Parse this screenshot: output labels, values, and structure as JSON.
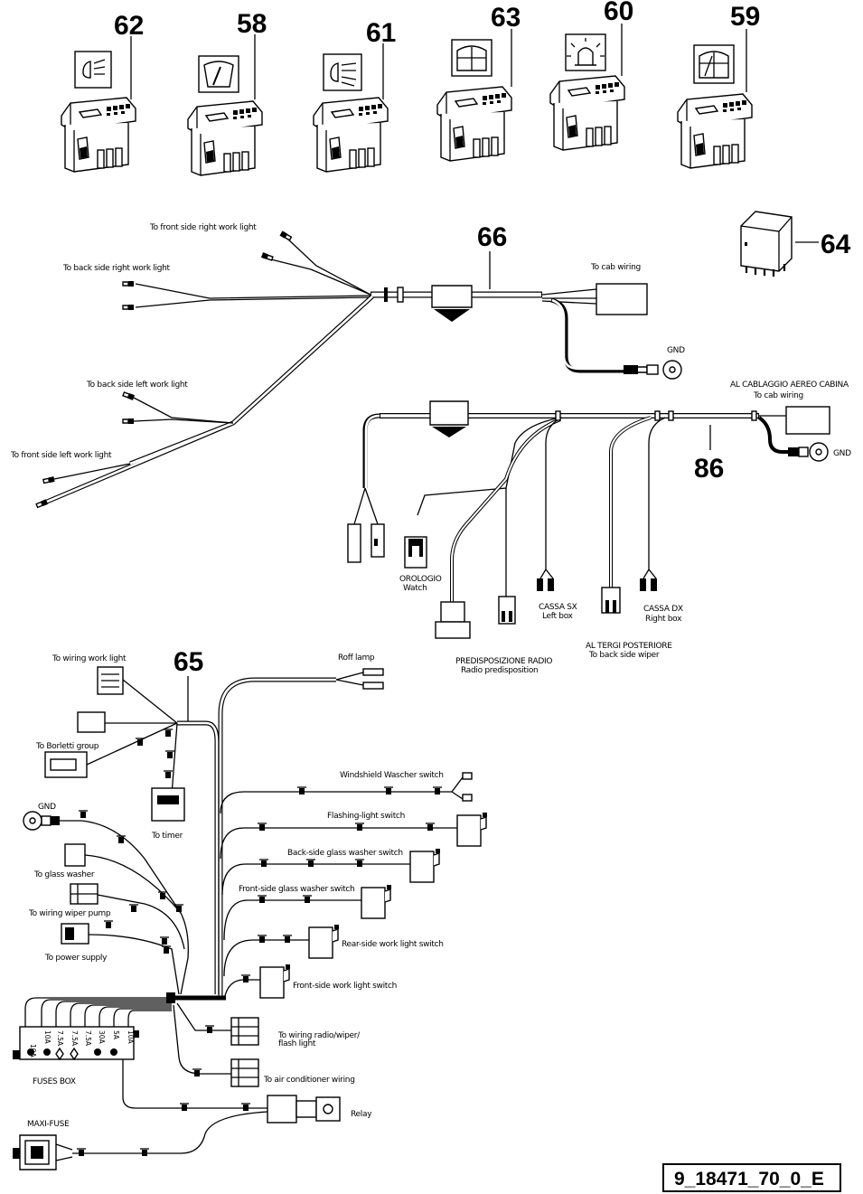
{
  "switches": [
    {
      "number": "62",
      "icon": "work-light-icon"
    },
    {
      "number": "58",
      "icon": "wiper-icon"
    },
    {
      "number": "61",
      "icon": "work-light-beam-icon"
    },
    {
      "number": "63",
      "icon": "rear-window-icon"
    },
    {
      "number": "60",
      "icon": "beacon-icon"
    },
    {
      "number": "59",
      "icon": "rear-wiper-window-icon"
    }
  ],
  "relay_number": "64",
  "harness66": {
    "number": "66",
    "labels": {
      "front_right": "To front side right work light",
      "back_right": "To back side right work light",
      "back_left": "To back side left work light",
      "front_left": "To front side left work light",
      "cab_wiring": "To cab wiring",
      "gnd": "GND"
    }
  },
  "harness86": {
    "number": "86",
    "labels": {
      "cab_it": "AL CABLAGGIO AEREO CABINA",
      "cab_en": "To cab wiring",
      "gnd": "GND",
      "watch_it": "OROLOGIO",
      "watch_en": "Watch",
      "radio_it": "PREDISPOSIZIONE RADIO",
      "radio_en": "Radio predisposition",
      "left_it": "CASSA SX",
      "left_en": "Left box",
      "right_it": "CASSA DX",
      "right_en": "Right box",
      "wiper_it": "AL TERGI POSTERIORE",
      "wiper_en": "To back side wiper"
    }
  },
  "harness65": {
    "number": "65",
    "labels": {
      "wiring_work_light": "To wiring work light",
      "roof_lamp": "Roff lamp",
      "borletti": "To Borletti group",
      "timer": "To timer",
      "gnd": "GND",
      "glass_washer": "To glass washer",
      "wiper_pump": "To wiring wiper pump",
      "power_supply": "To power supply",
      "windshield_switch": "Windshield Wascher switch",
      "flashing_switch": "Flashing-light switch",
      "back_washer_switch": "Back-side glass washer switch",
      "front_washer_switch": "Front-side glass washer switch",
      "rear_work_switch": "Rear-side work light switch",
      "front_work_switch": "Front-side work light switch",
      "radio_wiper": "To wiring radio/wiper/",
      "flash_light": "flash light",
      "air_conditioner": "To air conditioner wiring",
      "relay": "Relay",
      "fuses_box": "FUSES BOX",
      "maxi_fuse": "MAXI-FUSE"
    },
    "fuses": [
      "10A",
      "10A",
      "7.5A",
      "7.5A",
      "7.5A",
      "30A",
      "5A",
      "10A"
    ]
  },
  "reference": "9_18471_70_0_E"
}
